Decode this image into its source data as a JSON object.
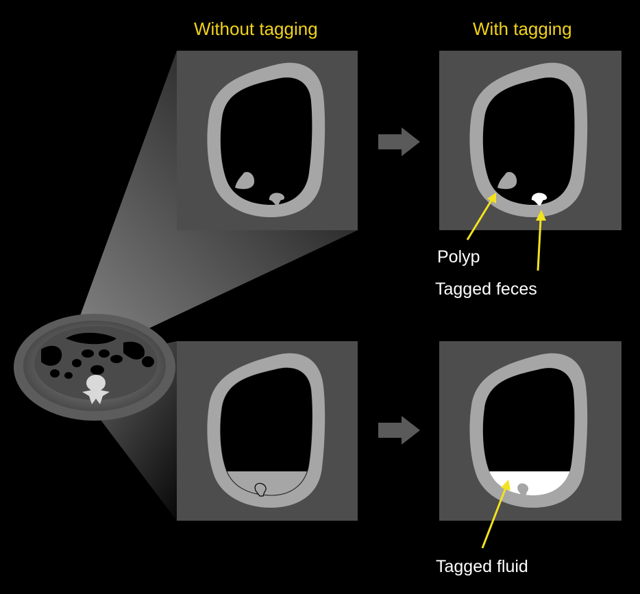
{
  "headings": {
    "without": "Without tagging",
    "with": "With tagging"
  },
  "labels": {
    "polyp": "Polyp",
    "tagged_feces": "Tagged feces",
    "tagged_fluid": "Tagged fluid"
  },
  "colors": {
    "background": "#000000",
    "heading": "#f2d31a",
    "annotation_arrow": "#f2e21f",
    "label": "#ffffff",
    "panel": "#4d4d4d",
    "colon_wall": "#a6a6a6",
    "tagged_material": "#ffffff",
    "flow_arrow": "#5a5a5a"
  }
}
